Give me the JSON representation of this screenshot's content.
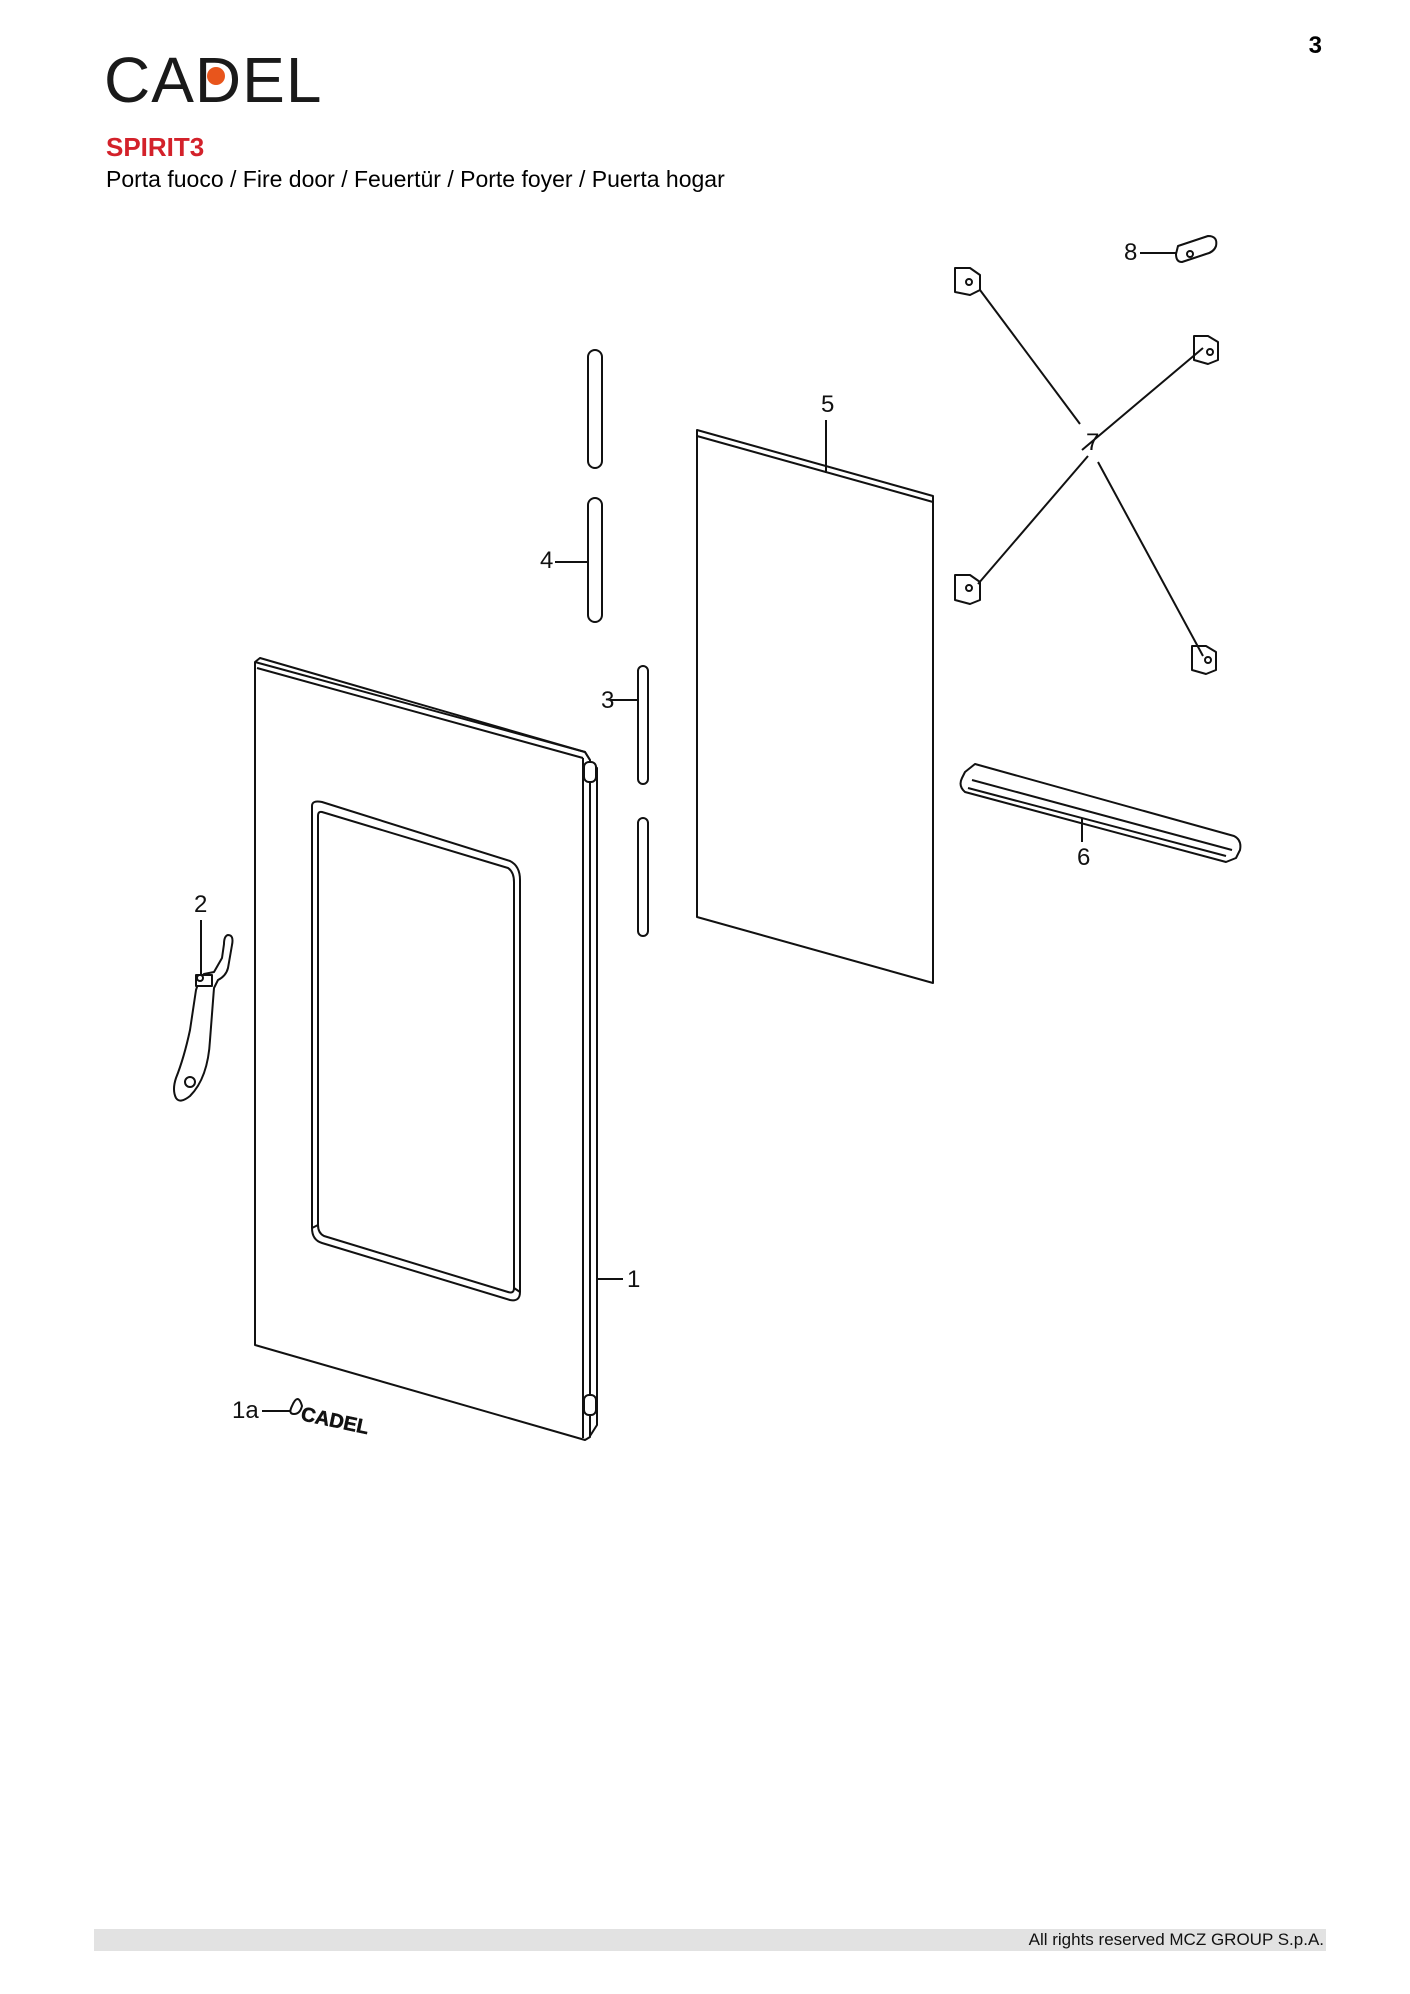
{
  "header": {
    "page_number": "3",
    "brand": "CADEL",
    "model": "SPIRIT3",
    "subtitle": "Porta fuoco / Fire door / Feuertür / Porte foyer / Puerta hogar"
  },
  "diagram": {
    "callouts": {
      "c1": "1",
      "c1a": "1a",
      "c2": "2",
      "c3": "3",
      "c4": "4",
      "c5": "5",
      "c6": "6",
      "c7": "7",
      "c8": "8"
    },
    "badge_text": "CADEL",
    "accent_color": "#d3212a"
  },
  "footer": {
    "rights": "All rights reserved MCZ GROUP S.p.A."
  }
}
